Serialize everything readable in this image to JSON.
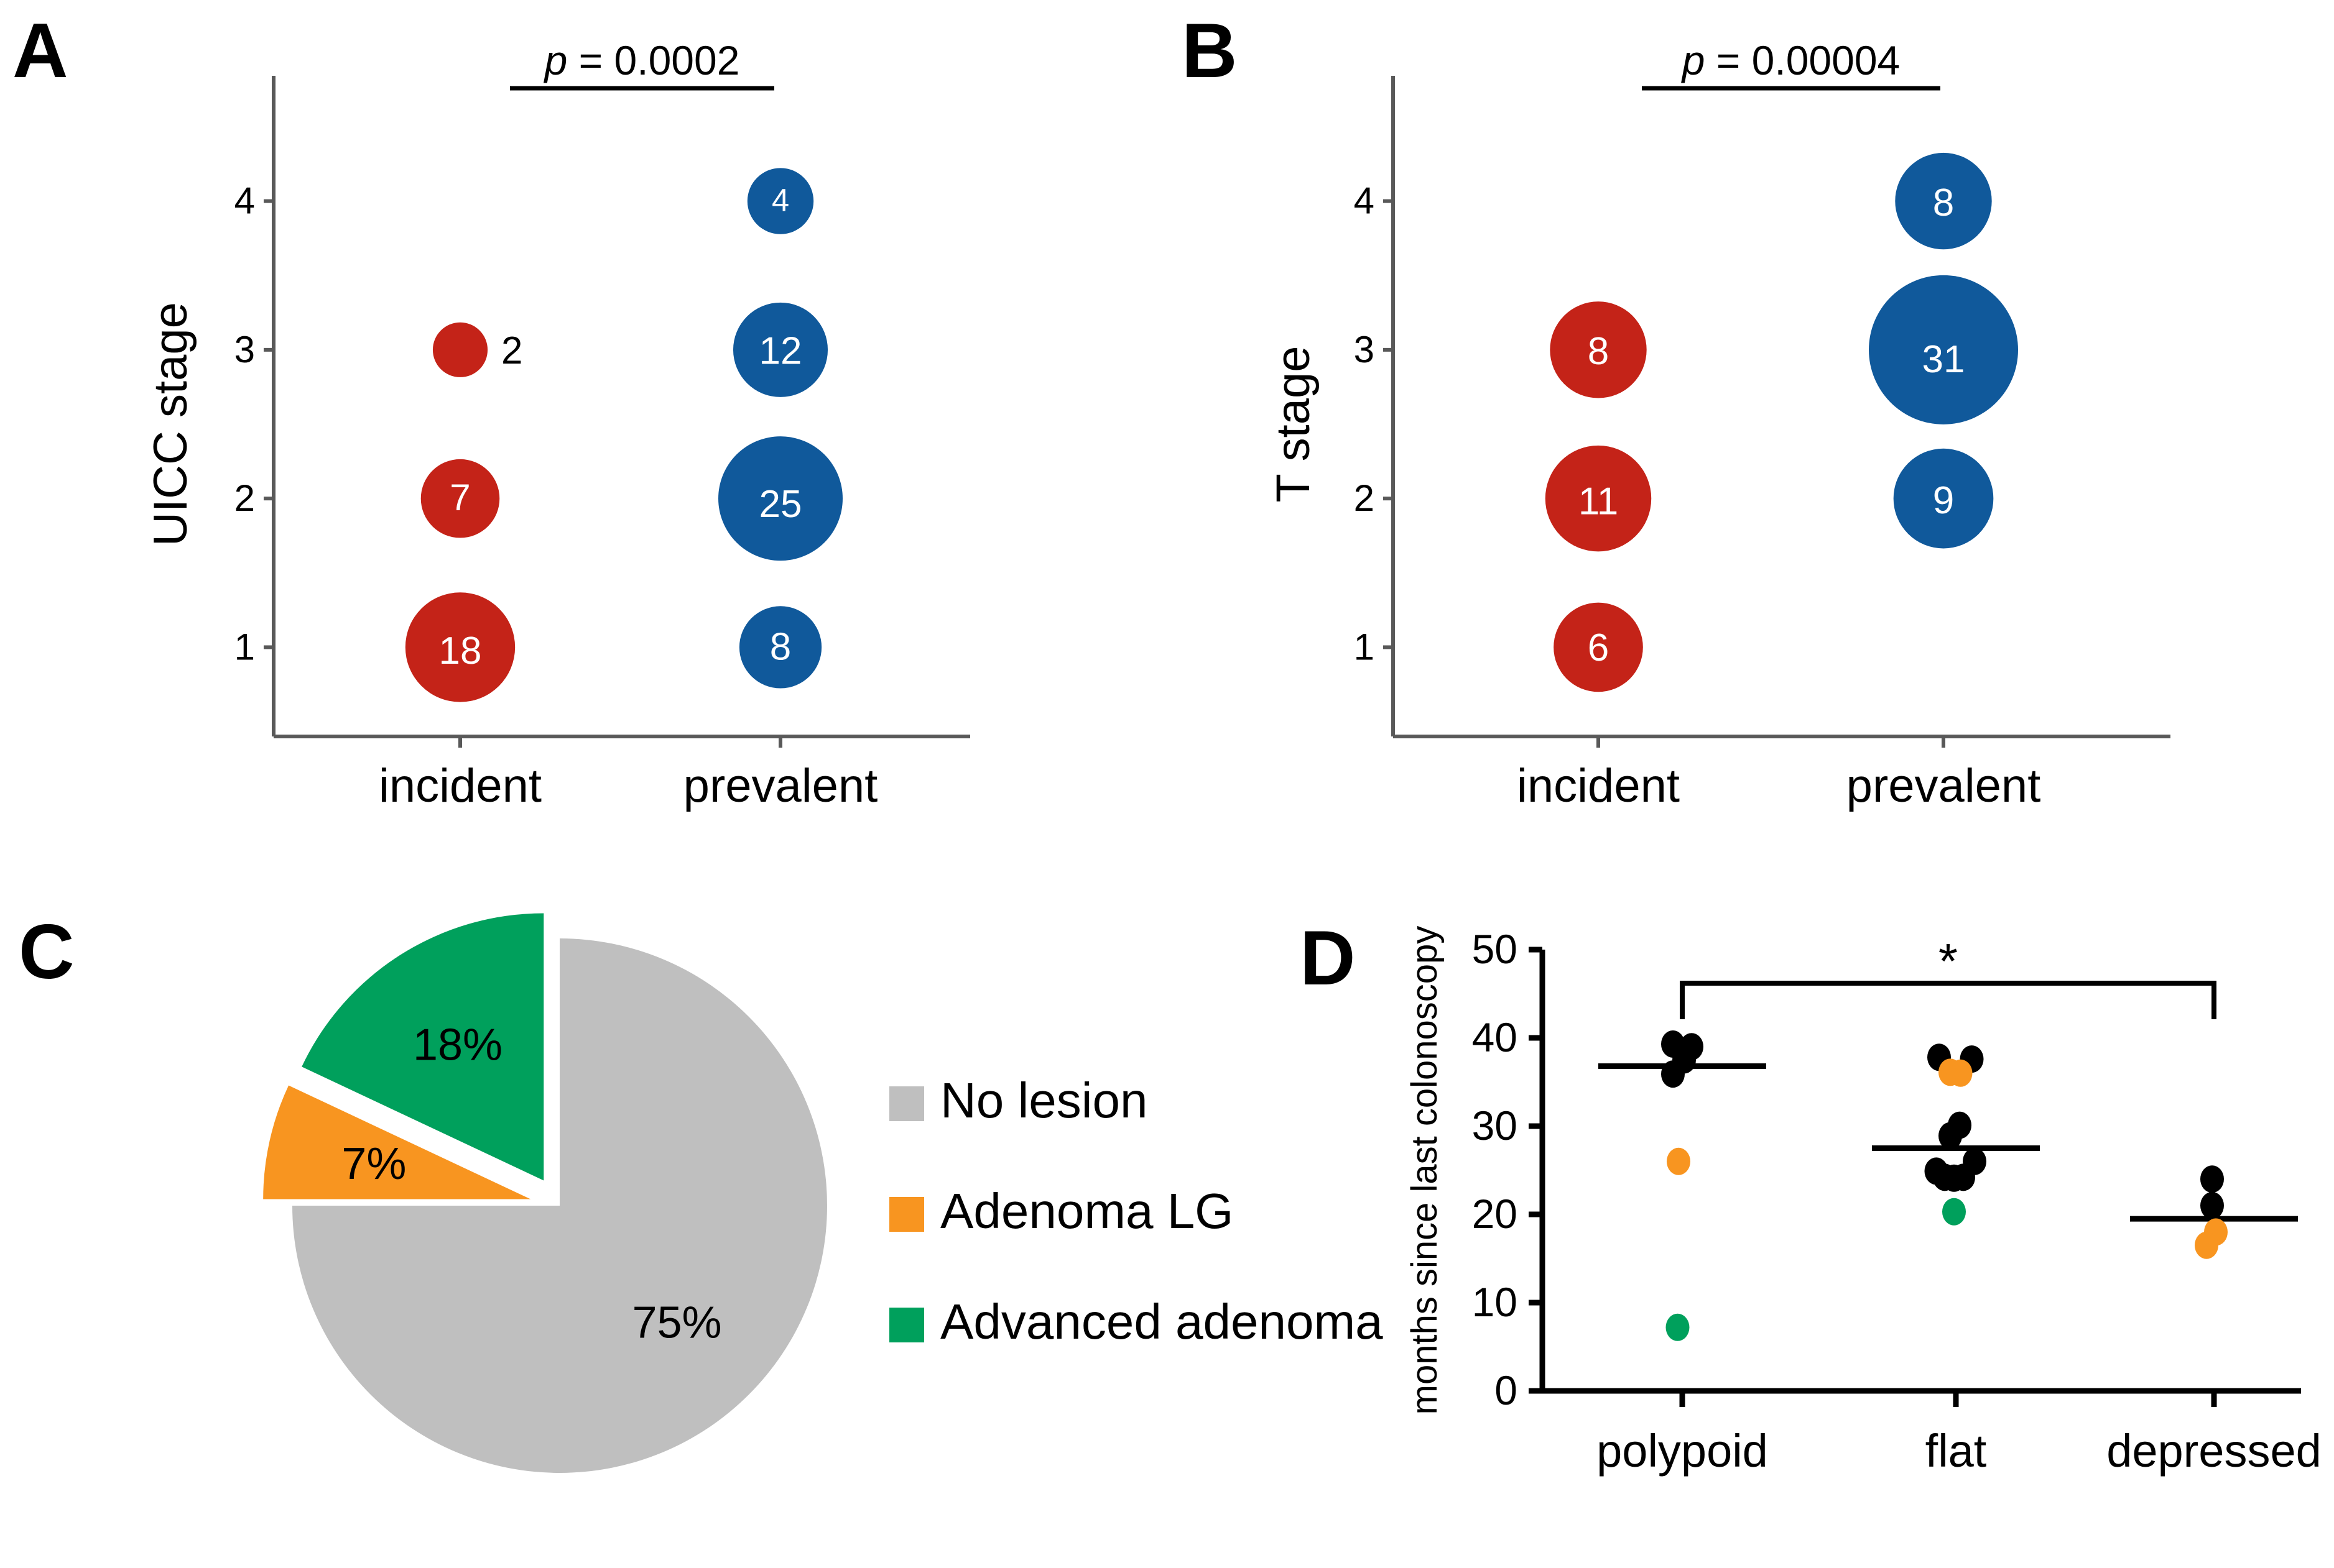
{
  "figure": {
    "panels": [
      "A",
      "B",
      "C",
      "D"
    ],
    "colors": {
      "blue": "#10599B",
      "red": "#C42318",
      "orange": "#F89520",
      "green": "#00A05C",
      "gray": "#BFBFBF",
      "black": "#000000",
      "axis": "#595959"
    }
  },
  "panelA": {
    "letter": "A",
    "significance": "p = 0.0002",
    "sig_p_italic": "p",
    "sig_rest": " = 0.0002",
    "chart_data": {
      "type": "scatter",
      "title": "",
      "xlabel": "",
      "ylabel": "UICC stage",
      "categories": [
        "incident",
        "prevalent"
      ],
      "yticks": [
        1,
        2,
        3,
        4
      ],
      "ylim": [
        0.4,
        4.6
      ],
      "grid": false,
      "legend": "none",
      "series": [
        {
          "name": "incident",
          "color": "#C42318",
          "points": [
            {
              "stage": 3,
              "count": 2,
              "label": "2",
              "label_position": "outside-right",
              "label_color": "#000000"
            },
            {
              "stage": 2,
              "count": 7,
              "label": "7",
              "label_position": "inside",
              "label_color": "#ffffff"
            },
            {
              "stage": 1,
              "count": 18,
              "label": "18",
              "label_position": "inside",
              "label_color": "#ffffff"
            }
          ]
        },
        {
          "name": "prevalent",
          "color": "#10599B",
          "points": [
            {
              "stage": 4,
              "count": 4,
              "label": "4",
              "label_position": "inside",
              "label_color": "#ffffff"
            },
            {
              "stage": 3,
              "count": 12,
              "label": "12",
              "label_position": "inside",
              "label_color": "#ffffff"
            },
            {
              "stage": 2,
              "count": 25,
              "label": "25",
              "label_position": "inside",
              "label_color": "#ffffff"
            },
            {
              "stage": 1,
              "count": 8,
              "label": "8",
              "label_position": "inside",
              "label_color": "#ffffff"
            }
          ]
        }
      ]
    }
  },
  "panelB": {
    "letter": "B",
    "significance": "p = 0.00004",
    "sig_p_italic": "p",
    "sig_rest": " = 0.00004",
    "chart_data": {
      "type": "scatter",
      "title": "",
      "xlabel": "",
      "ylabel": "T stage",
      "categories": [
        "incident",
        "prevalent"
      ],
      "yticks": [
        1,
        2,
        3,
        4
      ],
      "ylim": [
        0.4,
        4.6
      ],
      "grid": false,
      "legend": "none",
      "series": [
        {
          "name": "incident",
          "color": "#C42318",
          "points": [
            {
              "stage": 3,
              "count": 8,
              "label": "8",
              "label_position": "inside",
              "label_color": "#ffffff"
            },
            {
              "stage": 2,
              "count": 11,
              "label": "11",
              "label_position": "inside",
              "label_color": "#ffffff"
            },
            {
              "stage": 1,
              "count": 6,
              "label": "6",
              "label_position": "inside",
              "label_color": "#ffffff"
            }
          ]
        },
        {
          "name": "prevalent",
          "color": "#10599B",
          "points": [
            {
              "stage": 4,
              "count": 8,
              "label": "8",
              "label_position": "inside",
              "label_color": "#ffffff"
            },
            {
              "stage": 3,
              "count": 31,
              "label": "31",
              "label_position": "inside",
              "label_color": "#ffffff"
            },
            {
              "stage": 2,
              "count": 9,
              "label": "9",
              "label_position": "inside",
              "label_color": "#ffffff"
            }
          ]
        }
      ]
    }
  },
  "panelC": {
    "letter": "C",
    "chart_data": {
      "type": "pie",
      "title": "",
      "labels": [
        "No lesion",
        "Adenoma LG",
        "Advanced adenoma"
      ],
      "values": [
        75,
        7,
        18
      ],
      "value_labels": [
        "75%",
        "7%",
        "18%"
      ],
      "colors": [
        "#BFBFBF",
        "#F89520",
        "#00A05C"
      ],
      "exploded": [
        false,
        true,
        true
      ],
      "legend": "right"
    },
    "legend": [
      {
        "label": "No lesion",
        "color": "#BFBFBF"
      },
      {
        "label": "Adenoma LG",
        "color": "#F89520"
      },
      {
        "label": "Advanced adenoma",
        "color": "#00A05C"
      }
    ]
  },
  "panelD": {
    "letter": "D",
    "significance": "*",
    "chart_data": {
      "type": "scatter",
      "title": "",
      "xlabel": "",
      "ylabel": "months since last colonoscopy",
      "categories": [
        "polypoid",
        "flat",
        "depressed"
      ],
      "yticks": [
        0,
        10,
        20,
        30,
        40,
        50
      ],
      "ylim": [
        0,
        50
      ],
      "grid": false,
      "legend": "none",
      "means": [
        36.8,
        27.5,
        19.5
      ],
      "groups": [
        {
          "name": "polypoid",
          "mean": 36.8,
          "points": [
            {
              "value": 39.3,
              "color": "#000000",
              "offset": -0.1
            },
            {
              "value": 39.0,
              "color": "#000000",
              "offset": 0.1
            },
            {
              "value": 37.5,
              "color": "#000000",
              "offset": 0.02
            },
            {
              "value": 35.9,
              "color": "#000000",
              "offset": -0.1
            },
            {
              "value": 26.0,
              "color": "#F89520",
              "offset": -0.04
            },
            {
              "value": 7.2,
              "color": "#00A05C",
              "offset": -0.05
            }
          ]
        },
        {
          "name": "flat",
          "mean": 27.5,
          "points": [
            {
              "value": 37.8,
              "color": "#000000",
              "offset": -0.18
            },
            {
              "value": 37.6,
              "color": "#000000",
              "offset": 0.17
            },
            {
              "value": 36.1,
              "color": "#F89520",
              "offset": -0.06
            },
            {
              "value": 36.0,
              "color": "#F89520",
              "offset": 0.05
            },
            {
              "value": 30.1,
              "color": "#000000",
              "offset": 0.04
            },
            {
              "value": 28.9,
              "color": "#000000",
              "offset": -0.06
            },
            {
              "value": 26.0,
              "color": "#000000",
              "offset": 0.2
            },
            {
              "value": 24.9,
              "color": "#000000",
              "offset": -0.21
            },
            {
              "value": 24.2,
              "color": "#000000",
              "offset": -0.12
            },
            {
              "value": 24.1,
              "color": "#000000",
              "offset": -0.02
            },
            {
              "value": 24.2,
              "color": "#000000",
              "offset": 0.08
            },
            {
              "value": 20.3,
              "color": "#00A05C",
              "offset": -0.02
            }
          ]
        },
        {
          "name": "depressed",
          "mean": 19.5,
          "points": [
            {
              "value": 24.0,
              "color": "#000000",
              "offset": -0.02
            },
            {
              "value": 21.0,
              "color": "#000000",
              "offset": -0.02
            },
            {
              "value": 18.0,
              "color": "#F89520",
              "offset": 0.02
            },
            {
              "value": 16.5,
              "color": "#F89520",
              "offset": -0.08
            }
          ]
        }
      ]
    }
  }
}
